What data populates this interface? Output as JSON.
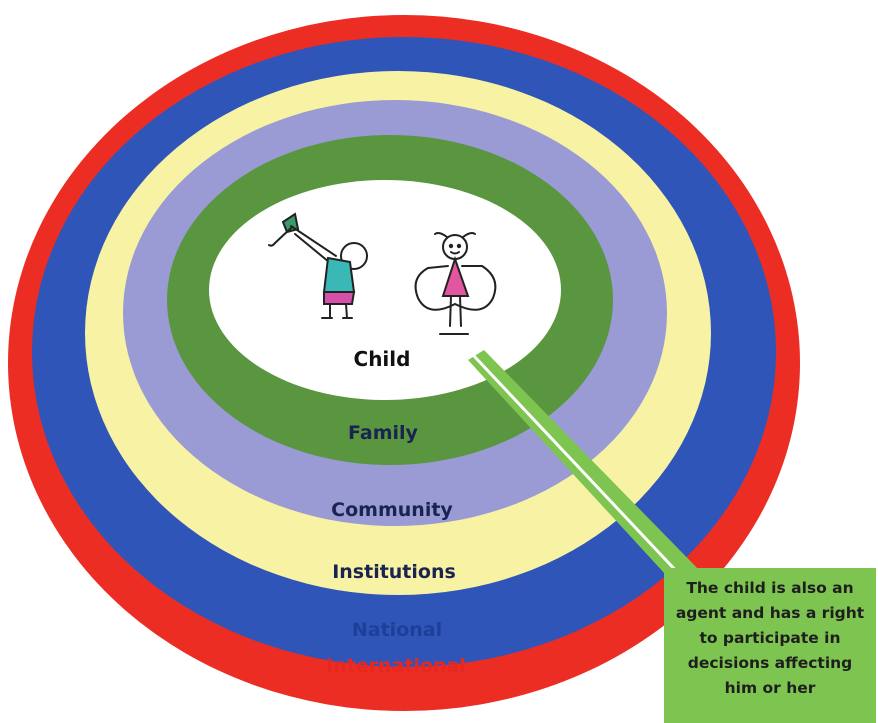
{
  "rings": [
    {
      "key": "international",
      "label": "International",
      "color": "#ec2d24",
      "text_color": "#e8281f"
    },
    {
      "key": "national",
      "label": "National",
      "color": "#2f55b9",
      "text_color": "#1d3f9a"
    },
    {
      "key": "institutions",
      "label": "Institutions",
      "color": "#f7f2a4",
      "text_color": "#1a2450"
    },
    {
      "key": "community",
      "label": "Community",
      "color": "#9a9bd4",
      "text_color": "#1a2450"
    },
    {
      "key": "family",
      "label": "Family",
      "color": "#5a9640",
      "text_color": "#1a2450"
    },
    {
      "key": "child",
      "label": "Child",
      "color": "#ffffff",
      "text_color": "#111111"
    }
  ],
  "callout": {
    "color": "#7ec450",
    "lines": [
      "The child is also an",
      "agent and has a right",
      "to participate in",
      "decisions affecting",
      "him or her"
    ]
  }
}
